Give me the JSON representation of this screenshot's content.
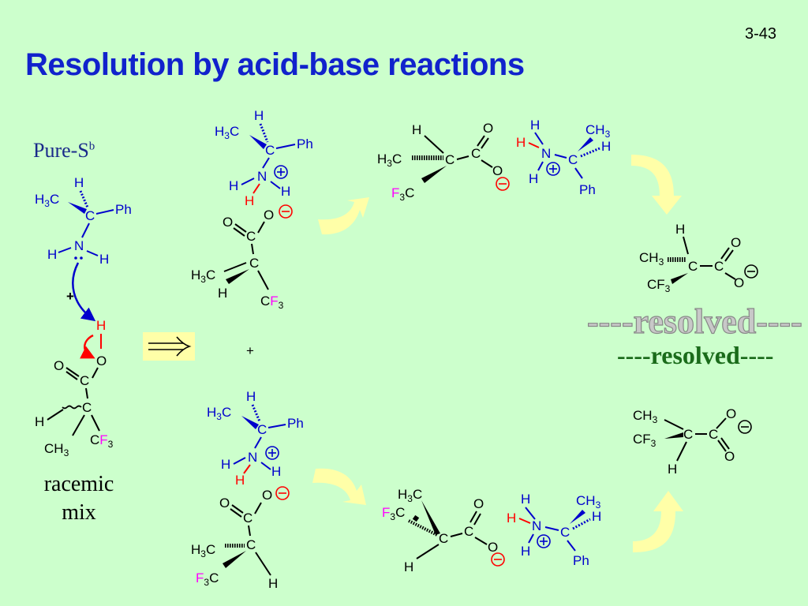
{
  "slide": {
    "number": "3-43",
    "title": "Resolution by acid-base reactions",
    "left_label": "Pure-S",
    "left_label_sup": "b",
    "racemic_line1": "racemic",
    "racemic_line2": "mix",
    "plus_sign": "+",
    "resolved": "----resolved----"
  },
  "colors": {
    "background": "#ccffcc",
    "title": "#1122cc",
    "amine": "#0000cc",
    "proton": "#ff0000",
    "fluorine": "#ff00ff",
    "curved_arrow_fill": "#ffffa8",
    "resolved_text": "#1a6b1a"
  },
  "icons": [
    "reaction-arrow-icon",
    "curved-arrow-icon",
    "plus-charge-icon",
    "minus-charge-icon"
  ]
}
